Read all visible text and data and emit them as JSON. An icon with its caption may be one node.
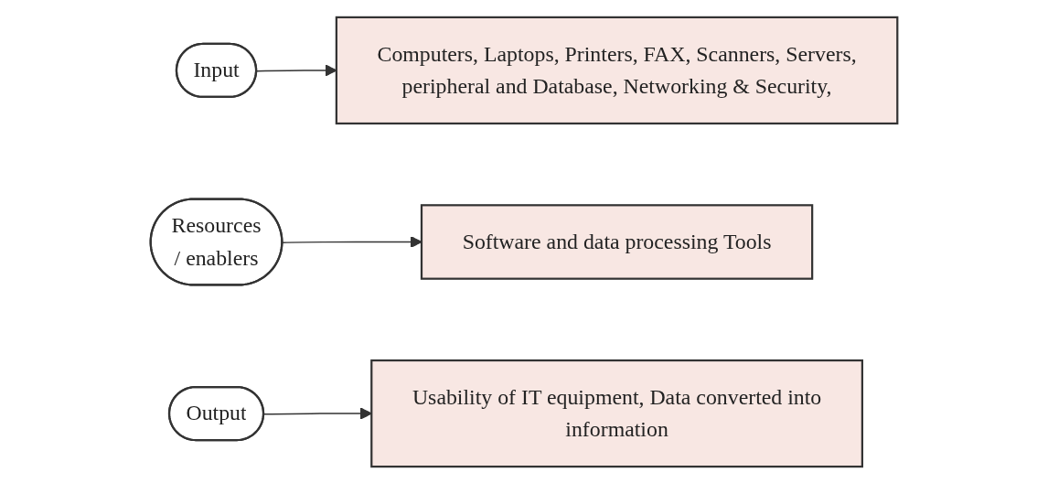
{
  "diagram": {
    "nodes": [
      {
        "text": [
          "Input"
        ]
      },
      {
        "text": [
          "Computers, Laptops, Printers, FAX, Scanners, Servers, peripheral and Database, Networking & Security,"
        ]
      },
      {
        "text": [
          "Resources / enablers"
        ]
      },
      {
        "text": [
          "Software and data processing Tools"
        ]
      },
      {
        "text": [
          "Output"
        ]
      },
      {
        "text": [
          "Usability of IT equipment, Data converted into information"
        ]
      }
    ],
    "edges": [
      {
        "from": 0,
        "to": 1,
        "arrow": "to"
      },
      {
        "from": 2,
        "to": 3,
        "arrow": "to"
      },
      {
        "from": 4,
        "to": 5,
        "arrow": "to"
      }
    ]
  }
}
